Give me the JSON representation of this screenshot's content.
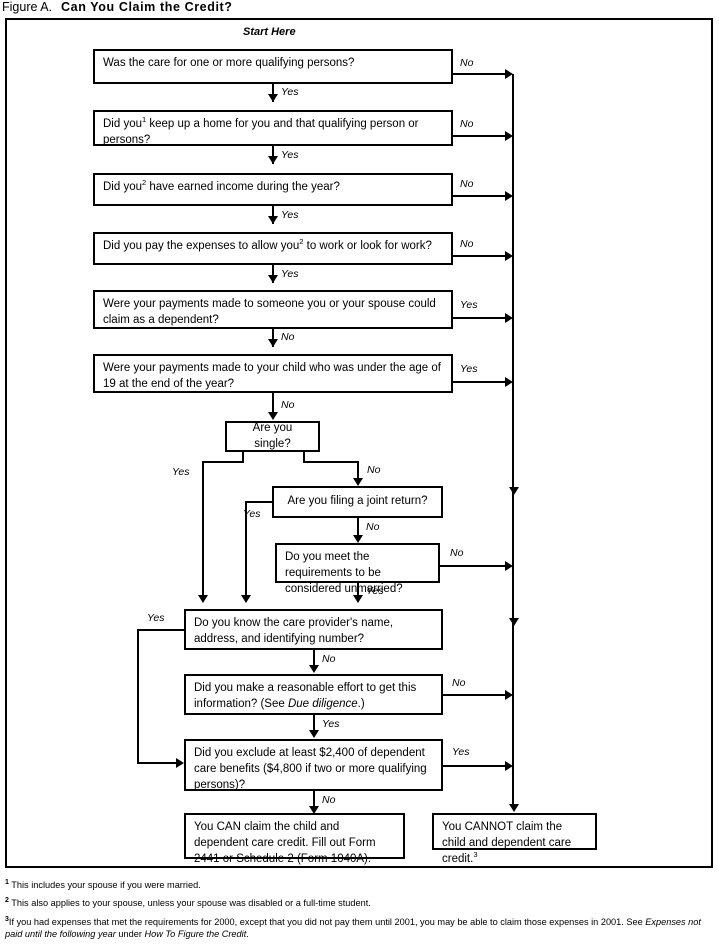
{
  "figure": {
    "label": "Figure A.",
    "name": "Can You Claim the Credit?"
  },
  "flowchart": {
    "start_caption": "Start Here",
    "nodes": {
      "q1": "Was the care for one or more qualifying persons?",
      "q2a": "Did you",
      "q2b": " keep up a home for you and that qualifying person or persons?",
      "q3a": "Did you",
      "q3b": " have earned income during the year?",
      "q4a": "Did you pay the expenses to allow you",
      "q4b": " to work or look for work?",
      "q5": "Were your payments made to someone you or your spouse could claim as a dependent?",
      "q6": "Were your payments made to your child who was under the age of 19 at the end of the year?",
      "q7": "Are you single?",
      "q8": "Are you filing a joint return?",
      "q9": "Do you meet the requirements to be considered unmarried?",
      "q10": "Do you know the care provider's name, address, and identifying number?",
      "q11a": "Did you make a reasonable effort to get this information? (See ",
      "q11b": "Due diligence",
      "q11c": ".)",
      "q12": "Did you exclude at least $2,400 of dependent care benefits ($4,800 if two or more qualifying persons)?",
      "result_can": "You CAN claim the child and dependent care credit. Fill out Form 2441 or Schedule 2 (Form 1040A).",
      "result_cannot_a": "You CANNOT claim the child and dependent care credit.",
      "result_cannot_sup": "3"
    },
    "edges": {
      "yes": "Yes",
      "no": "No"
    },
    "superscripts": {
      "s1": "1",
      "s2": "2",
      "s3": "3"
    }
  },
  "footnotes": [
    {
      "marker": "1",
      "text": "This includes your spouse if you were married."
    },
    {
      "marker": "2",
      "text": "This also applies to your spouse, unless your spouse was disabled or a full-time student."
    },
    {
      "marker": "3",
      "text": "If you had expenses that met the requirements for 2000, except that you did not pay them until 2001, you may be able to claim those expenses in 2001. See ",
      "italic_1": "Expenses not paid until the following year",
      "mid": " under ",
      "italic_2": "How To Figure the Credit",
      "tail": "."
    }
  ],
  "colors": {
    "ink": "#000000",
    "paper": "#ffffff"
  }
}
